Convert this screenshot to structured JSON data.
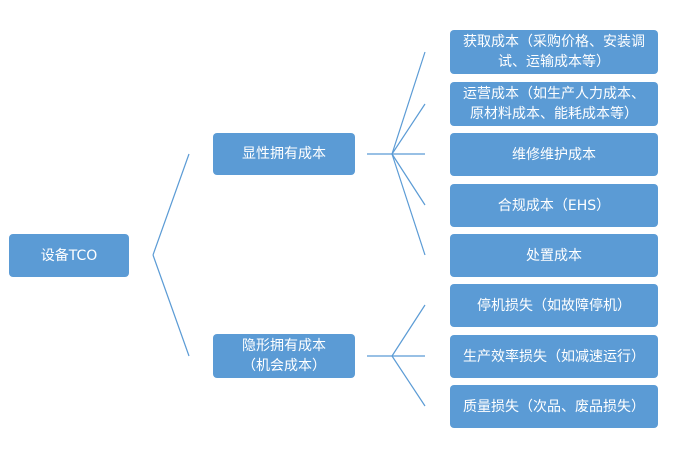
{
  "root": {
    "label": "设备TCO"
  },
  "explicit_cost": {
    "label": "显性拥有成本",
    "items": [
      {
        "line1": "获取成本（采购价格、安装调",
        "line2": "试、运输成本等）"
      },
      {
        "line1": "运营成本（如生产人力成本、",
        "line2": "原材料成本、能耗成本等）"
      },
      {
        "line1": "维修维护成本"
      },
      {
        "line1": "合规成本（EHS）"
      },
      {
        "line1": "处置成本"
      }
    ]
  },
  "implicit_cost": {
    "line1": "隐形拥有成本",
    "line2": "（机会成本）",
    "items": [
      {
        "line1": "停机损失（如故障停机）"
      },
      {
        "line1": "生产效率损失（如减速运行）"
      },
      {
        "line1": "质量损失（次品、废品损失）"
      }
    ]
  },
  "colors": {
    "box": "#5b9bd5",
    "line": "#5b9bd5",
    "text": "#ffffff"
  }
}
